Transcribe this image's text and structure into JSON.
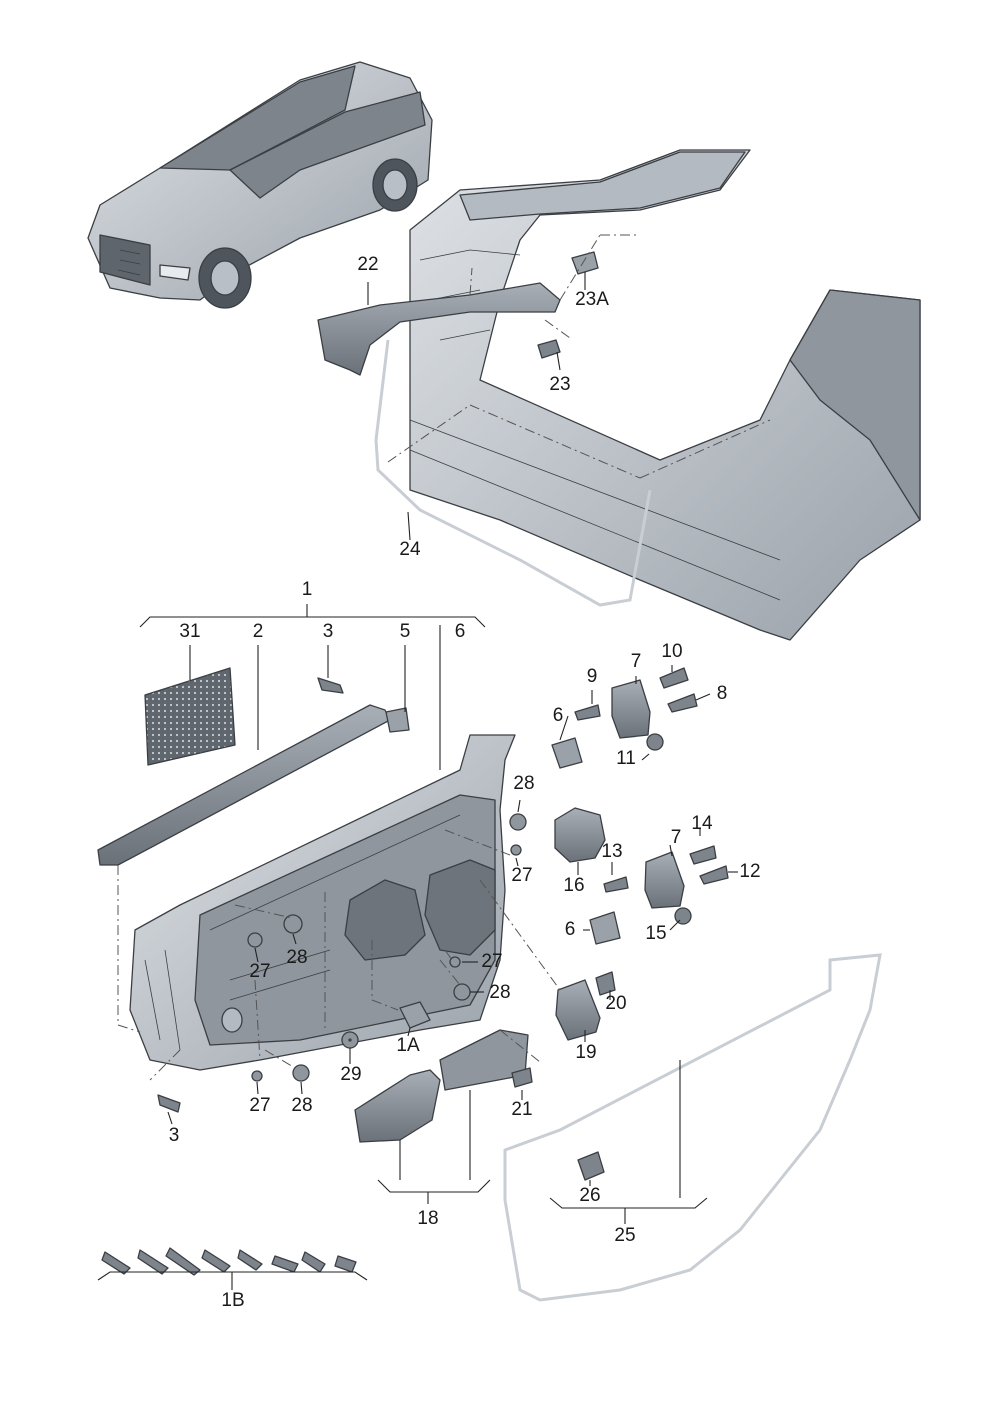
{
  "callouts": {
    "c1": "1",
    "c1A": "1A",
    "c1B": "1B",
    "c2": "2",
    "c3_top": "3",
    "c3_bottom": "3",
    "c5": "5",
    "c6_bracket": "6",
    "c6_upper": "6",
    "c6_lower": "6",
    "c7_upper": "7",
    "c7_lower": "7",
    "c8": "8",
    "c9": "9",
    "c10": "10",
    "c11": "11",
    "c12": "12",
    "c13": "13",
    "c14": "14",
    "c15": "15",
    "c16": "16",
    "c18": "18",
    "c19": "19",
    "c20": "20",
    "c21": "21",
    "c22": "22",
    "c23": "23",
    "c23A": "23A",
    "c24": "24",
    "c25": "25",
    "c26": "26",
    "c27_a": "27",
    "c27_b": "27",
    "c27_c": "27",
    "c27_d": "27",
    "c28_a": "28",
    "c28_b": "28",
    "c28_c": "28",
    "c28_d": "28",
    "c29": "29",
    "c31": "31"
  },
  "colors": {
    "part_fill": "#c9ced4",
    "part_dark": "#8f969e",
    "part_shadow": "#6d747c",
    "line": "#222222"
  }
}
